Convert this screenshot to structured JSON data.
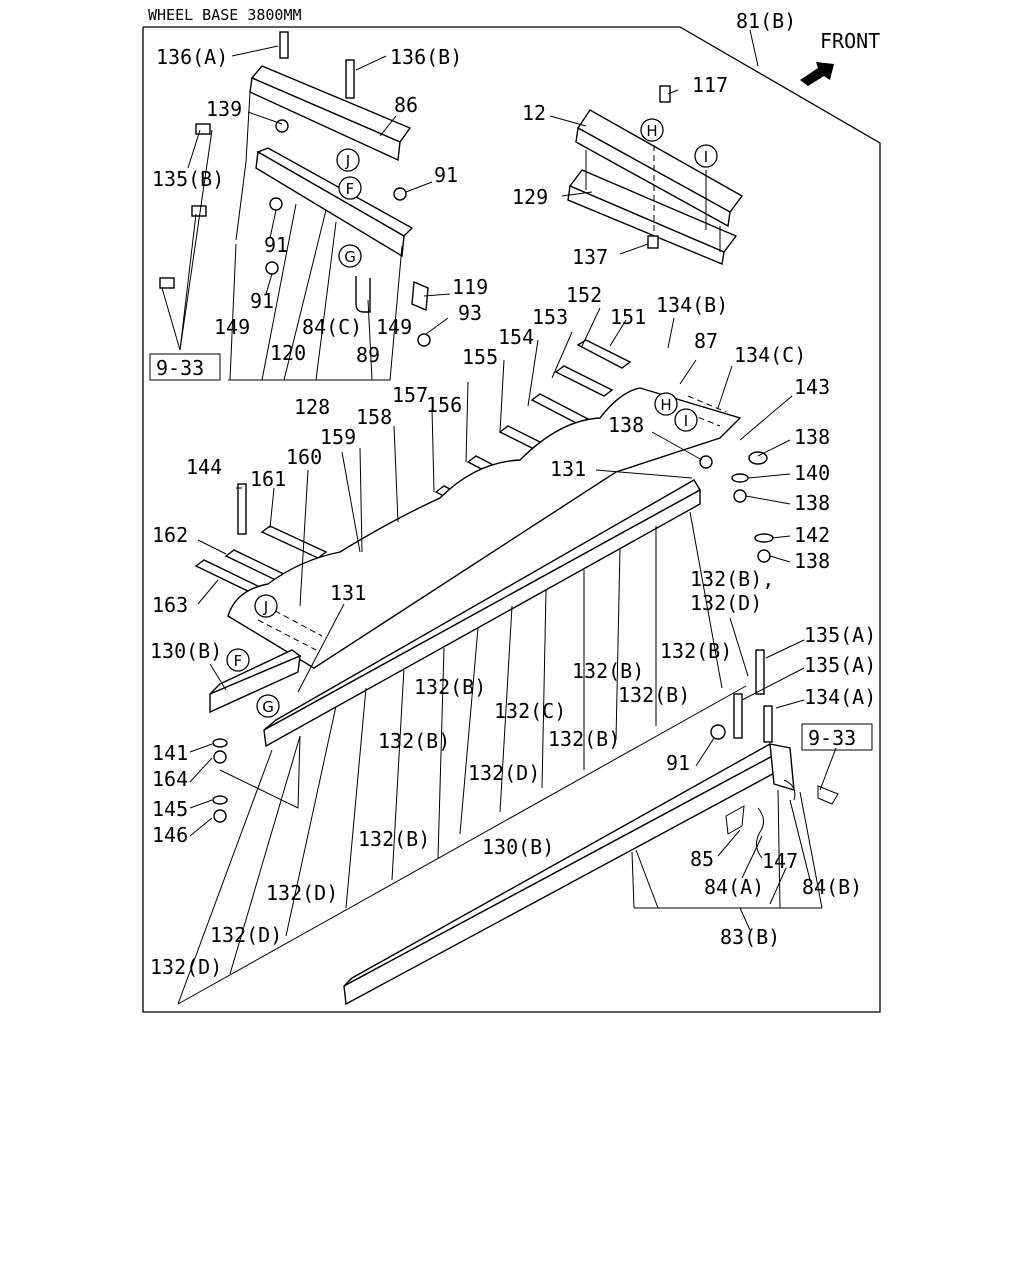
{
  "header": {
    "title": "WHEEL BASE 3800MM"
  },
  "front_label": "FRONT",
  "frame_label": "81(B)",
  "ref_boxes": [
    "9-33",
    "9-33"
  ],
  "circle_markers": [
    "H",
    "I",
    "J",
    "F",
    "G",
    "H",
    "I",
    "J",
    "F",
    "G"
  ],
  "labels": [
    "136(A)",
    "136(B)",
    "139",
    "86",
    "135(B)",
    "91",
    "91",
    "91",
    "149",
    "84(C)",
    "149",
    "93",
    "119",
    "120",
    "89",
    "128",
    "12",
    "117",
    "129",
    "137",
    "152",
    "151",
    "153",
    "154",
    "155",
    "156",
    "157",
    "158",
    "159",
    "160",
    "161",
    "162",
    "163",
    "144",
    "134(B)",
    "87",
    "134(C)",
    "143",
    "138",
    "138",
    "140",
    "138",
    "142",
    "138",
    "131",
    "131",
    "130(B)",
    "141",
    "164",
    "145",
    "146",
    "132(B),",
    "132(D)",
    "135(A)",
    "135(A)",
    "134(A)",
    "9-33",
    "132(B)",
    "132(B)",
    "132(B)",
    "132(B)",
    "132(C)",
    "132(B)",
    "132(B)",
    "132(D)",
    "91",
    "132(B)",
    "130(B)",
    "85",
    "147",
    "84(A)",
    "84(B)",
    "83(B)",
    "132(D)",
    "132(D)",
    "132(D)"
  ]
}
